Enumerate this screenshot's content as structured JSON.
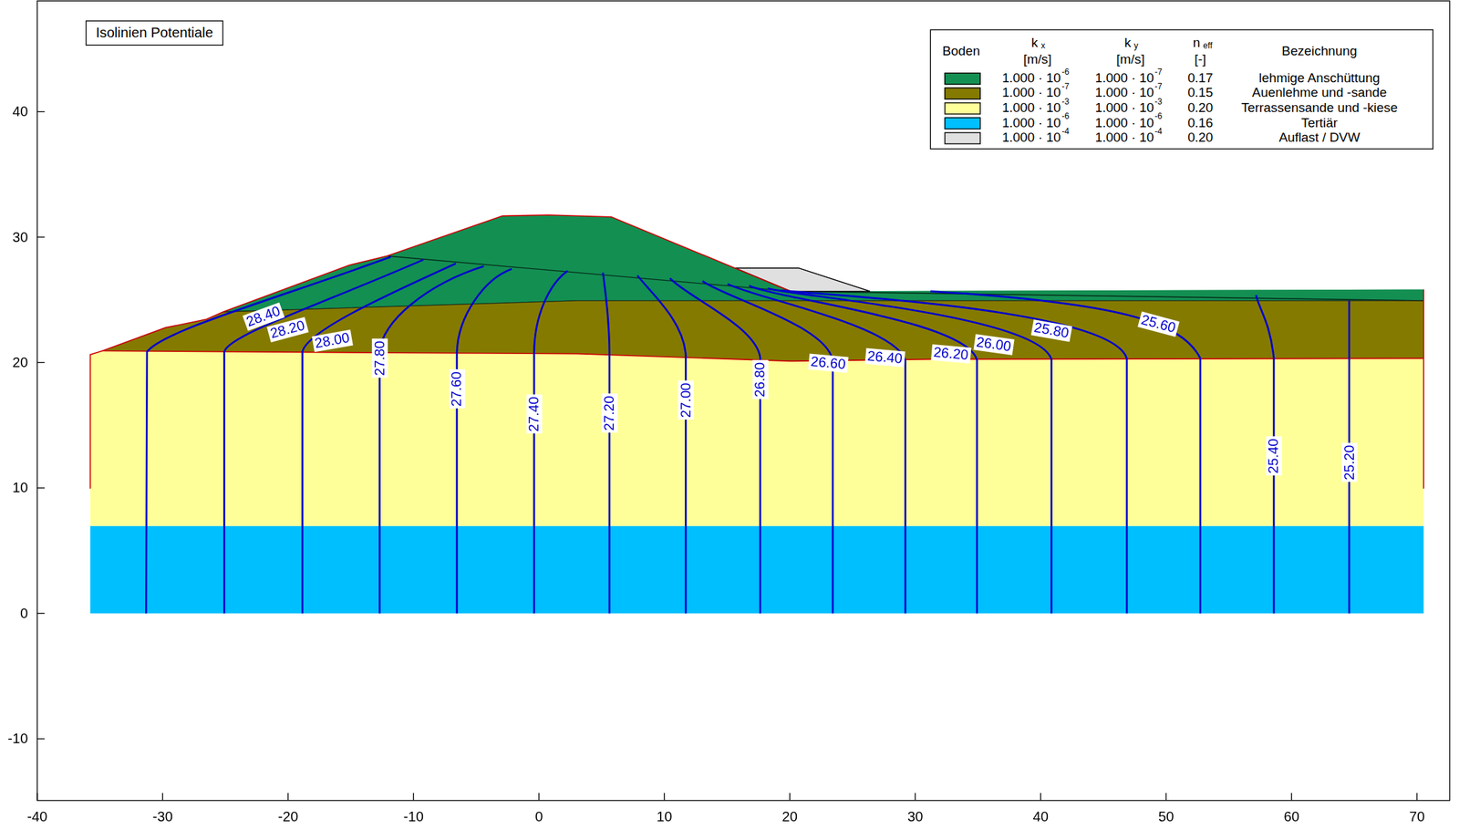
{
  "diagram": {
    "title": "Isolinien Potentiale",
    "labels": [
      "Boden",
      "k",
      "x",
      "[m/s]",
      "k",
      "y",
      "[m/s]",
      "n",
      "eff",
      "[-]",
      "Bezeichnung",
      "1.000 · 10",
      "-6",
      "1.000 · 10",
      "-7",
      "0.17",
      "1.000 · 10",
      "-7",
      "1.000 · 10",
      "-7",
      "0.15",
      "1.000 · 10",
      "-3",
      "1.000 · 10",
      "-3",
      "0.20",
      "1.000 · 10",
      "-6",
      "1.000 · 10",
      "-6",
      "0.16",
      "1.000 · 10",
      "-4",
      "1.000 · 10",
      "-4",
      "0.20",
      "28.40",
      "28.20",
      "28.00",
      "27.80",
      "27.60",
      "27.40",
      "27.20",
      "27.00",
      "26.80",
      "26.60",
      "26.40",
      "26.20",
      "26.00",
      "25.80",
      "25.60",
      "25.40",
      "25.20",
      "-40",
      "-30",
      "-20",
      "-10",
      "0",
      "10",
      "20",
      "30",
      "40",
      "50",
      "60",
      "70",
      "40",
      "30",
      "20",
      "10",
      "0",
      "-10"
    ],
    "legend": [
      {
        "text": "lehmige Anschüttung",
        "color": "#138f52"
      },
      {
        "text": "Auenlehme und -sande",
        "color": "#857a00"
      },
      {
        "text": "Terrassensande und -kiese",
        "color": "#ffff99"
      },
      {
        "text": "Tertiär",
        "color": "#00bfff"
      },
      {
        "text": "Auflast / DVW",
        "color": "#e0e0e0"
      }
    ]
  }
}
